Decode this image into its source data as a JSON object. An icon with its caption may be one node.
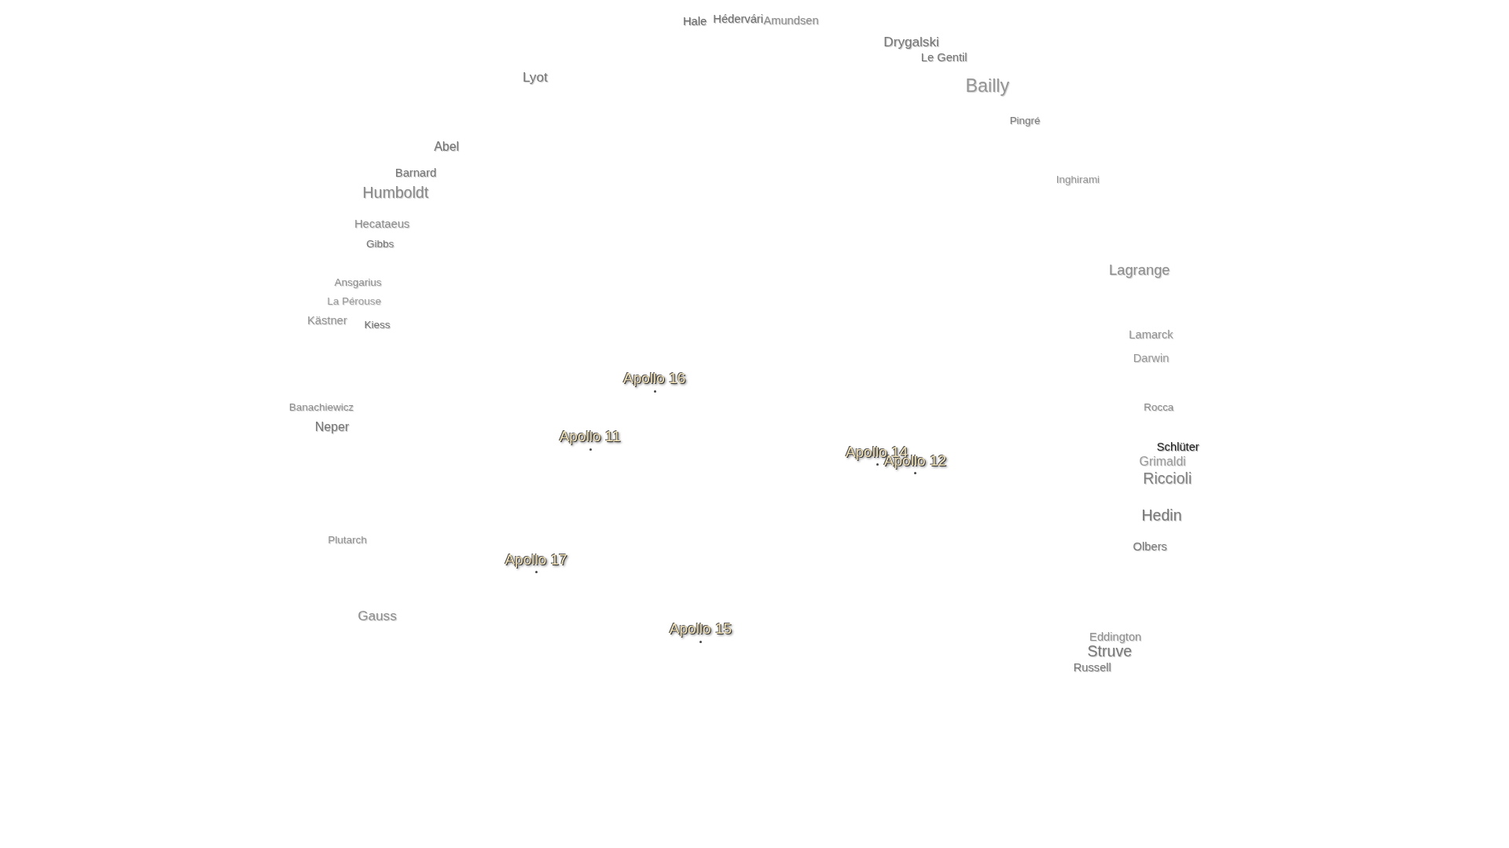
{
  "diagram": {
    "labels": [
      "Hale",
      "Hédervári",
      "Amundsen",
      "Drygalski",
      "Le Gentil",
      "Lyot",
      "Bailly",
      "Pingré",
      "Abel",
      "Barnard",
      "Inghirami",
      "Humboldt",
      "Hecataeus",
      "Gibbs",
      "Lagrange",
      "Ansgarius",
      "La Pérouse",
      "Kästner",
      "Kiess",
      "Lamarck",
      "Darwin",
      "Apollo 16",
      "Banachiewicz",
      "Rocca",
      "Neper",
      "Apollo 11",
      "Schlüter",
      "Apollo 14",
      "Apollo 12",
      "Grimaldi",
      "Riccioli",
      "Hedin",
      "Plutarch",
      "Olbers",
      "Apollo 17",
      "Gauss",
      "Apollo 15",
      "Eddington",
      "Struve",
      "Russell"
    ]
  }
}
